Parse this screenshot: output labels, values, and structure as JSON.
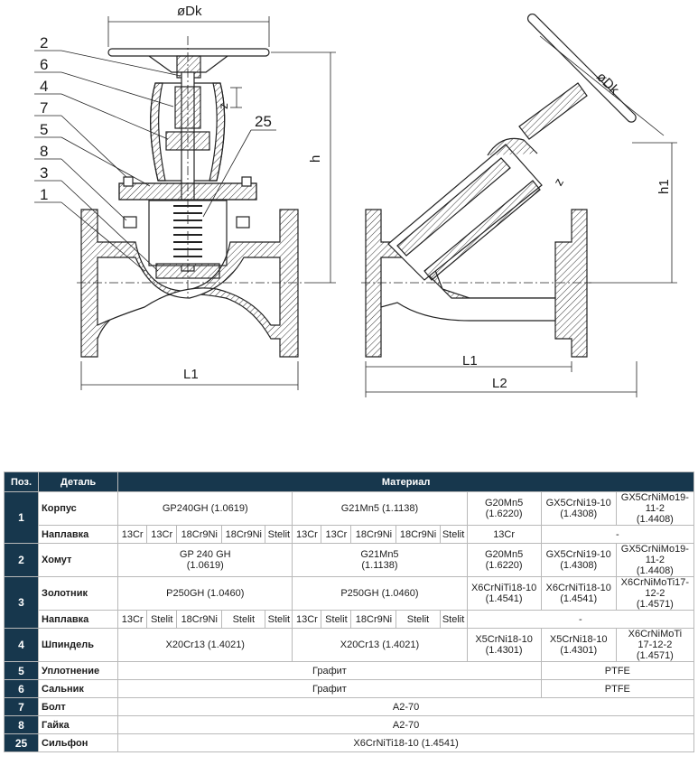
{
  "drawing": {
    "left_callouts": [
      "2",
      "6",
      "4",
      "7",
      "5",
      "8",
      "3",
      "1"
    ],
    "callout_25": "25",
    "dim_dk": "øDk",
    "dim_h": "h",
    "dim_h1": "h1",
    "dim_z": "z",
    "dim_l1": "L1",
    "dim_l2": "L2"
  },
  "table": {
    "headers": {
      "pos": "Поз.",
      "part": "Деталь",
      "material": "Материал"
    },
    "rows": [
      {
        "pos": "1",
        "part": "Корпус",
        "m": [
          "GP240GH (1.0619)",
          "G21Mn5 (1.1138)",
          "G20Mn5\n(1.6220)",
          "GX5CrNi19-10\n(1.4308)",
          "GX5CrNiMo19-11-2\n(1.4408)"
        ]
      },
      {
        "part": "Наплавка",
        "m1": [
          "13Cr",
          "13Cr",
          "18Cr9Ni",
          "18Cr9Ni",
          "Stelit"
        ],
        "m2": [
          "13Cr",
          "13Cr",
          "18Cr9Ni",
          "18Cr9Ni",
          "Stelit"
        ],
        "m3": "13Cr",
        "m4": "-"
      },
      {
        "pos": "2",
        "part": "Хомут",
        "m": [
          "GP 240 GH\n(1.0619)",
          "G21Mn5\n(1.1138)",
          "G20Mn5\n(1.6220)",
          "GX5CrNi19-10\n(1.4308)",
          "GX5CrNiMo19-11-2\n(1.4408)"
        ]
      },
      {
        "pos": "3",
        "part": "Золотник",
        "m": [
          "P250GH (1.0460)",
          "P250GH (1.0460)",
          "X6CrNiTi18-10\n(1.4541)",
          "X6CrNiTi18-10\n(1.4541)",
          "X6CrNiMoTi17-12-2\n(1.4571)"
        ]
      },
      {
        "part": "Наплавка",
        "m1": [
          "13Cr",
          "Stelit",
          "18Cr9Ni",
          "Stelit",
          "Stelit"
        ],
        "m2": [
          "13Cr",
          "Stelit",
          "18Cr9Ni",
          "Stelit",
          "Stelit"
        ],
        "m3": "-"
      },
      {
        "pos": "4",
        "part": "Шпиндель",
        "m": [
          "X20Cr13 (1.4021)",
          "X20Cr13 (1.4021)",
          "X5CrNi18-10\n(1.4301)",
          "X5CrNi18-10\n(1.4301)",
          "X6CrNiMoTi\n17-12-2\n(1.4571)"
        ]
      },
      {
        "pos": "5",
        "part": "Уплотнение",
        "a": "Графит",
        "b": "PTFE"
      },
      {
        "pos": "6",
        "part": "Сальник",
        "a": "Графит",
        "b": "PTFE"
      },
      {
        "pos": "7",
        "part": "Болт",
        "a": "A2-70"
      },
      {
        "pos": "8",
        "part": "Гайка",
        "a": "A2-70"
      },
      {
        "pos": "25",
        "part": "Сильфон",
        "a": "X6CrNiTi18-10 (1.4541)"
      }
    ]
  }
}
